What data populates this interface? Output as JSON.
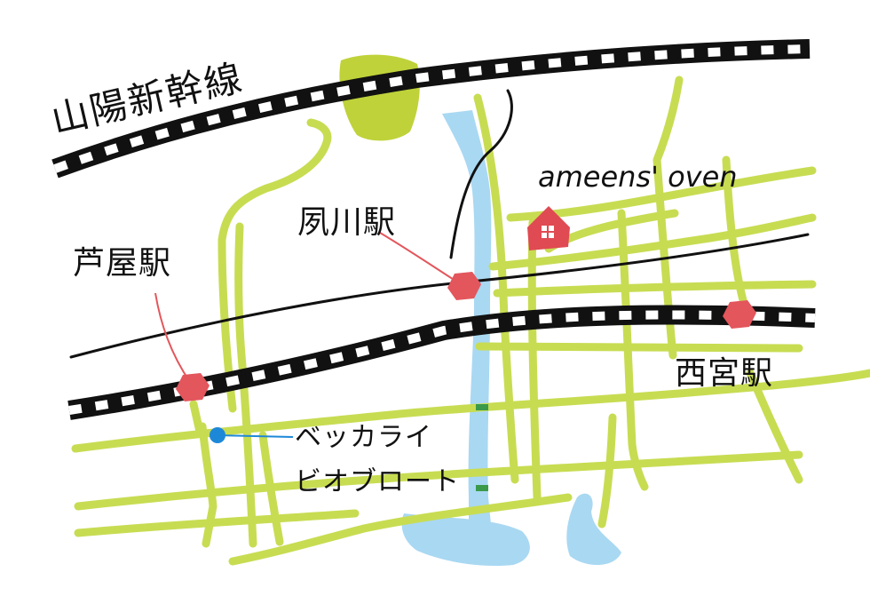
{
  "map": {
    "shinkansen_label": "山陽新幹線",
    "stations": {
      "ashiya": "芦屋駅",
      "shukugawa": "夙川駅",
      "nishinomiya": "西宮駅"
    },
    "bakery": {
      "line1": "ベッカライ",
      "line2": "ビオブロート"
    },
    "destination": "ameens' oven",
    "colors": {
      "road": "#c8dc52",
      "park": "#bfd23a",
      "water": "#a9d8f2",
      "rail": "#111111",
      "station": "#e3565c",
      "house": "#e04a52",
      "bakery_marker": "#1e88d8",
      "ink": "#111111"
    },
    "icons": {
      "house": "house-icon",
      "station": "station-marker-icon",
      "bakery": "pin-dot-icon"
    }
  }
}
